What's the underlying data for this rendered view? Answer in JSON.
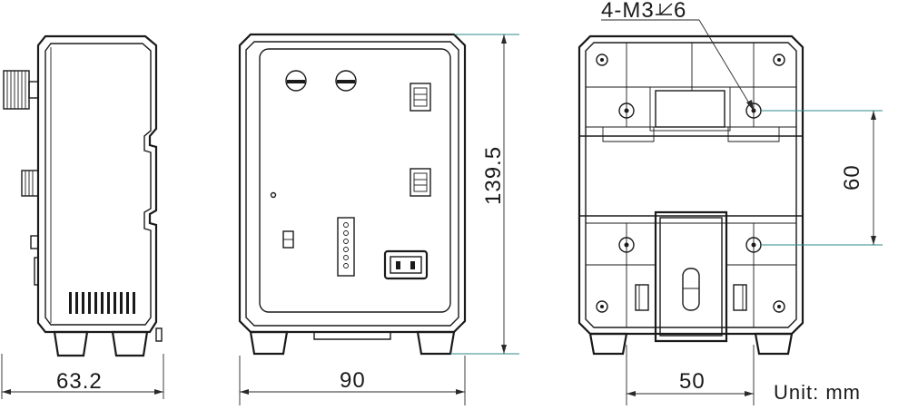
{
  "unit_label": "Unit: mm",
  "dimensions": {
    "side_width": "63.2",
    "front_width": "90",
    "front_height": "139.5",
    "back_mount_width": "50",
    "back_mount_height": "60",
    "hole_callout": "4-M3",
    "hole_depth": "6"
  }
}
